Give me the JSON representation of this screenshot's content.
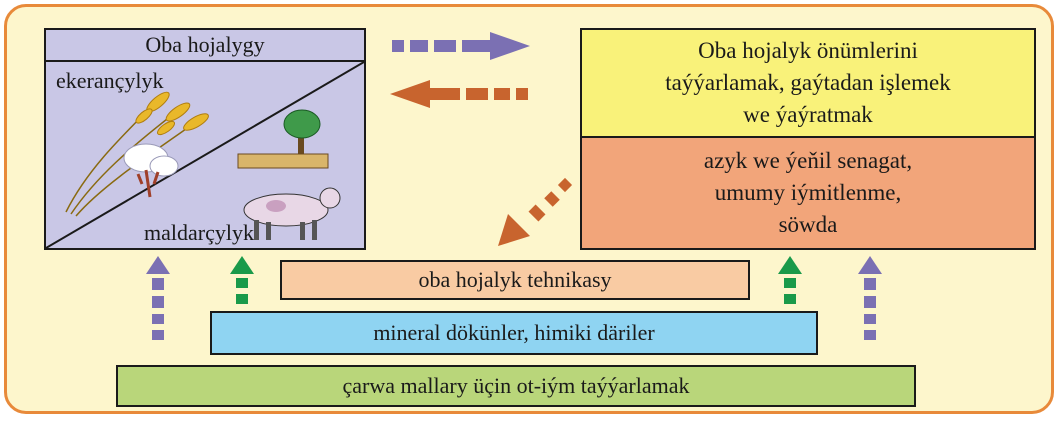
{
  "diagram": {
    "farm_box": {
      "title": "Oba hojalygy",
      "crop_label": "ekerançylyk",
      "livestock_label": "maldarçylyk"
    },
    "processing_box": {
      "lines": [
        "Oba hojalyk önümlerini",
        "taýýarlamak, gaýtadan işlemek",
        "we ýaýratmak"
      ]
    },
    "industry_box": {
      "lines": [
        "azyk we ýeňil senagat,",
        "umumy iýmitlenme,",
        "söwda"
      ]
    },
    "base_layers": {
      "machinery": "oba hojalyk tehnikasy",
      "fertilizers": "mineral dökünler, himiki däriler",
      "fodder": "çarwa mallary üçin ot-iým taýýarlamak"
    }
  },
  "colors": {
    "frame": "#e88a3a",
    "background": "#fdf6cc",
    "arrow_purple": "#7b70b3",
    "arrow_brown": "#c8642e",
    "arrow_green": "#1a9a4a"
  }
}
